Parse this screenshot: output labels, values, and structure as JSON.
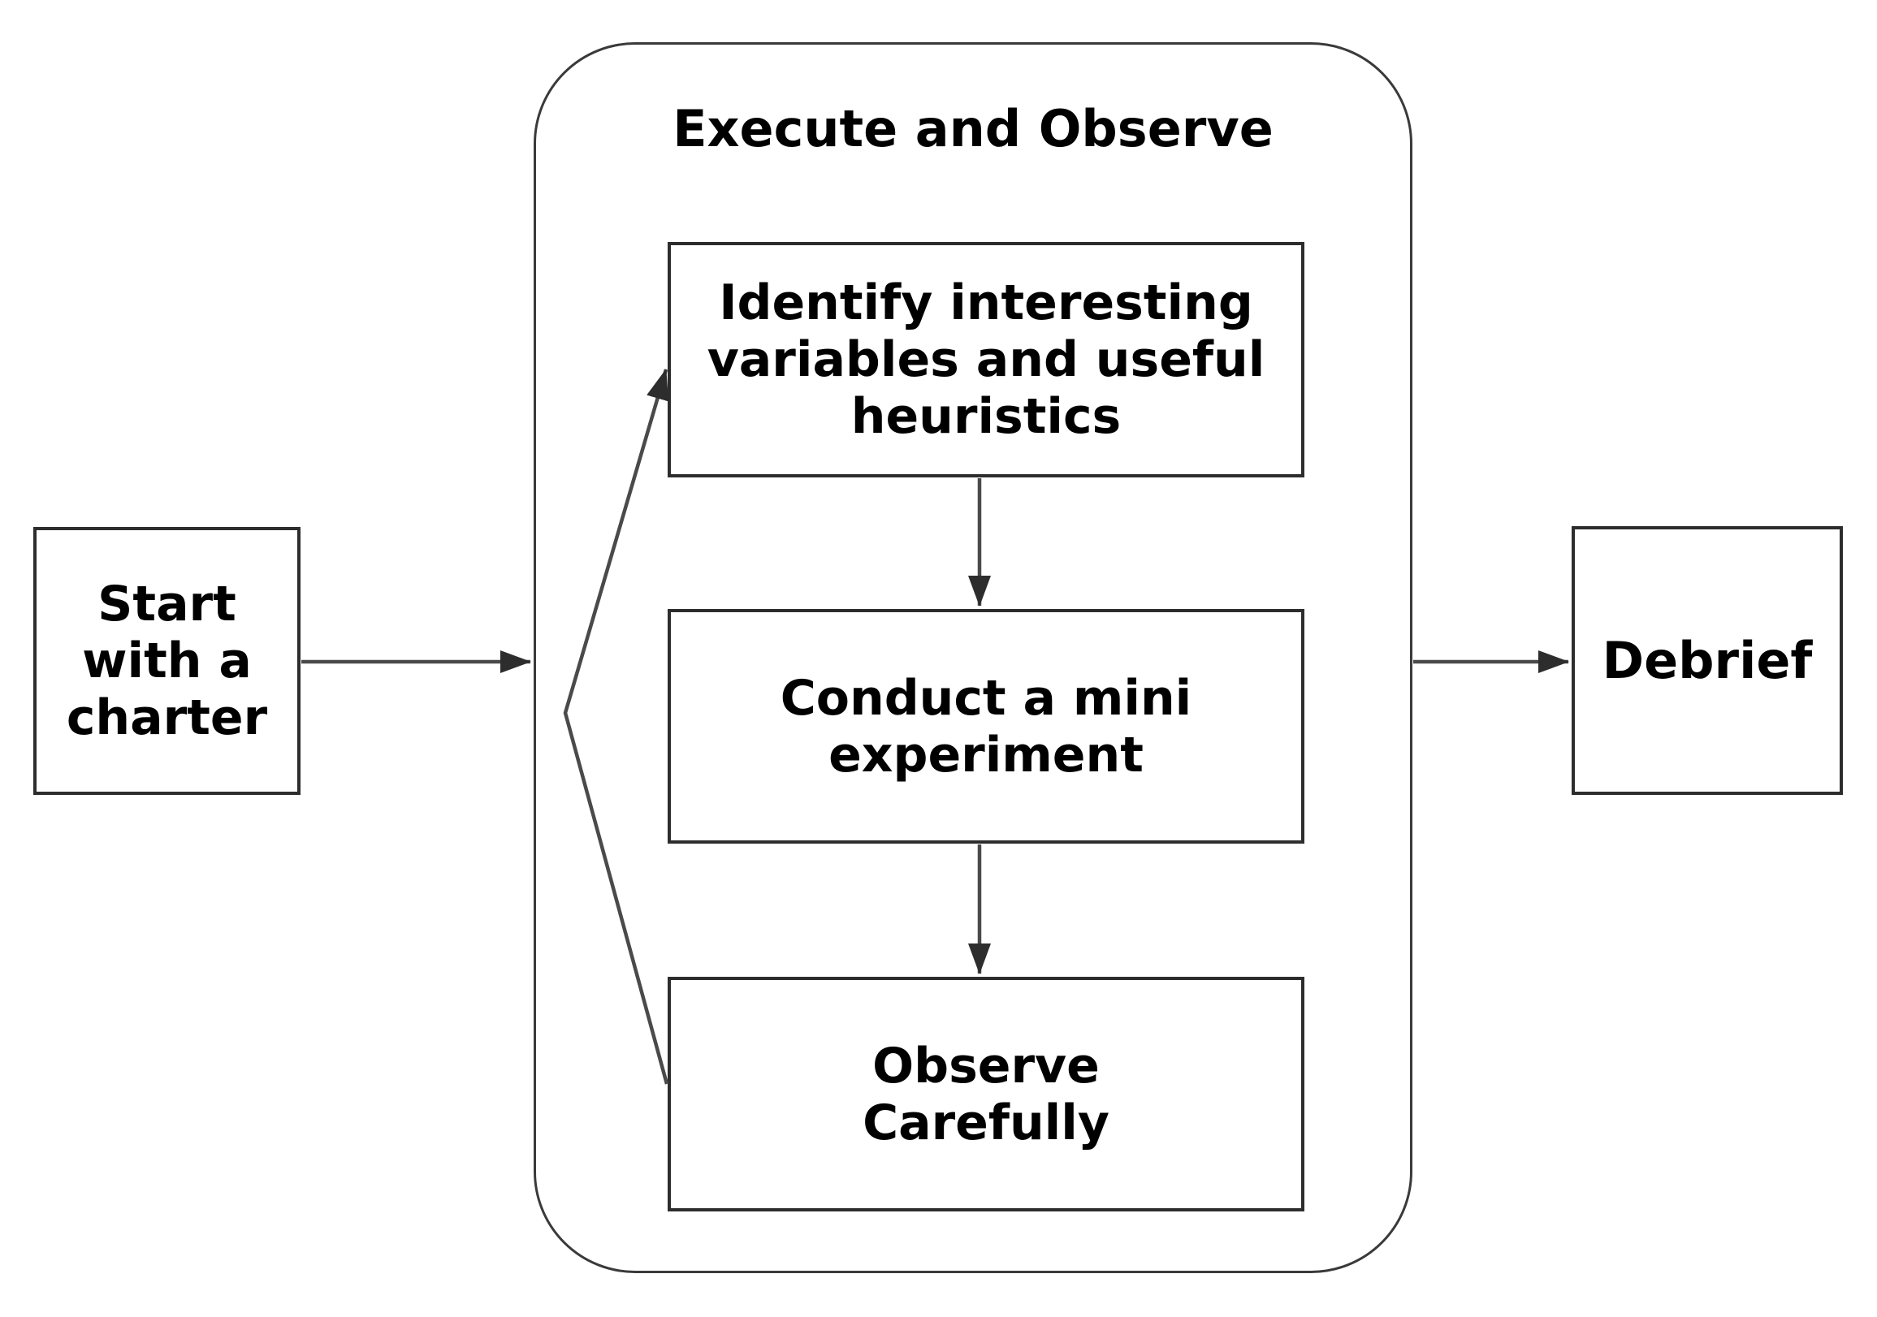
{
  "diagram": {
    "background_color": "#ffffff",
    "box_border_color": "#2d2d2d",
    "arrow_color": "#4a4a4a",
    "text_color": "#000000",
    "start_box": {
      "lines": [
        "Start",
        "with a",
        "charter"
      ]
    },
    "execute_observe_group": {
      "title": "Execute and Observe",
      "steps": [
        {
          "id": "identify",
          "lines": [
            "Identify interesting",
            "variables and useful",
            "heuristics"
          ]
        },
        {
          "id": "conduct",
          "lines": [
            "Conduct a mini",
            "experiment"
          ]
        },
        {
          "id": "observe",
          "lines": [
            "Observe",
            "Carefully"
          ]
        }
      ]
    },
    "debrief_box": {
      "label": "Debrief"
    },
    "connections": [
      {
        "from": "start-box",
        "to": "execute-observe-group"
      },
      {
        "from": "identify-box",
        "to": "conduct-box"
      },
      {
        "from": "conduct-box",
        "to": "observe-box"
      },
      {
        "from": "observe-box",
        "to": "identify-box",
        "style": "loop-back"
      },
      {
        "from": "execute-observe-group",
        "to": "debrief-box"
      }
    ]
  }
}
